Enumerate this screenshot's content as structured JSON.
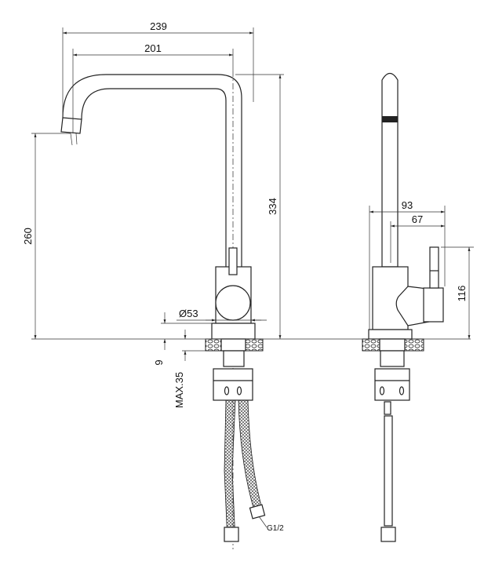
{
  "front_view": {
    "dim_total_width": "239",
    "dim_spout_reach": "201",
    "dim_total_height": "334",
    "dim_spout_height": "260",
    "dim_body_diameter": "Ø53",
    "dim_base_thickness": "9",
    "dim_max_counter": "MAX.35",
    "dim_thread": "G1/2"
  },
  "side_view": {
    "dim_depth": "93",
    "dim_lever_offset": "67",
    "dim_lever_height": "116"
  }
}
